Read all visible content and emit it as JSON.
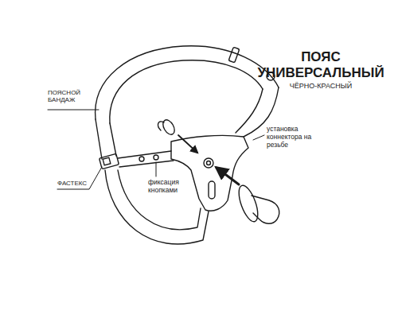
{
  "diagram": {
    "title": "ПОЯС УНИВЕРСАЛЬНЫЙ",
    "labels": [
      "ЧЁРНО-КРАСНЫЙ",
      "ПОЯСНОЙ БАНДАЖ",
      "ФАСТЕКС",
      "фиксация кнопками",
      "установка коннектора на резьбе"
    ]
  }
}
